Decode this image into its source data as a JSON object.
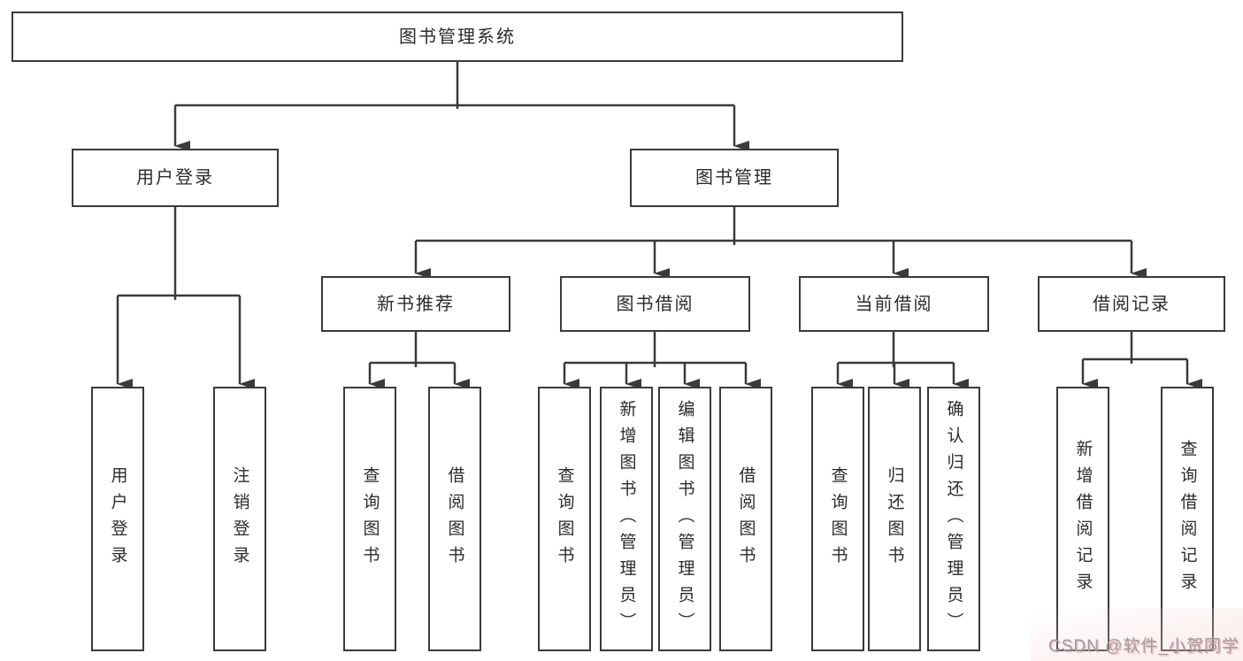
{
  "nodes": {
    "root": "图书管理系统",
    "user_login": "用户登录",
    "book_mgmt": "图书管理",
    "new_book_rec": "新书推荐",
    "book_borrow": "图书借阅",
    "current_borrow": "当前借阅",
    "borrow_record": "借阅记录",
    "leaves": {
      "a1": "用户登录",
      "a2": "注销登录",
      "b1": "查询图书",
      "b2": "借阅图书",
      "c1": "查询图书",
      "c2": "新增图书（管理员）",
      "c3": "编辑图书（管理员）",
      "c4": "借阅图书",
      "d1": "查询图书",
      "d2": "归还图书",
      "d3": "确认归还（管理员）",
      "e1": "新增借阅记录",
      "e2": "查询借阅记录"
    }
  },
  "watermark": "CSDN @软件_小贺同学",
  "colors": {
    "line": "#3a3a3a",
    "text": "#2b2b2b",
    "box_fill": "#ffffff",
    "watermark_gray": "#9b9ea3",
    "watermark_pink": "#e98c8c"
  }
}
